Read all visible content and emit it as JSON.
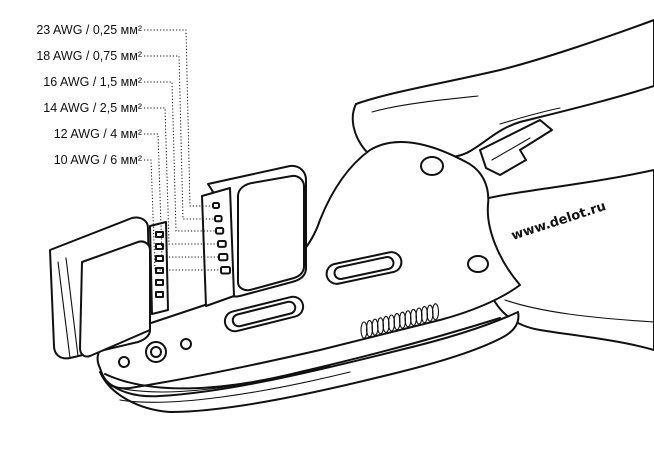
{
  "gauges": [
    {
      "label": "23 AWG / 0,25 мм²"
    },
    {
      "label": "18 AWG / 0,75 мм²"
    },
    {
      "label": "16 AWG / 1,5 мм²"
    },
    {
      "label": "14 AWG / 2,5 мм²"
    },
    {
      "label": "12 AWG / 4 мм²"
    },
    {
      "label": "10 AWG / 6 мм²"
    }
  ],
  "watermark": "www.delot.ru"
}
